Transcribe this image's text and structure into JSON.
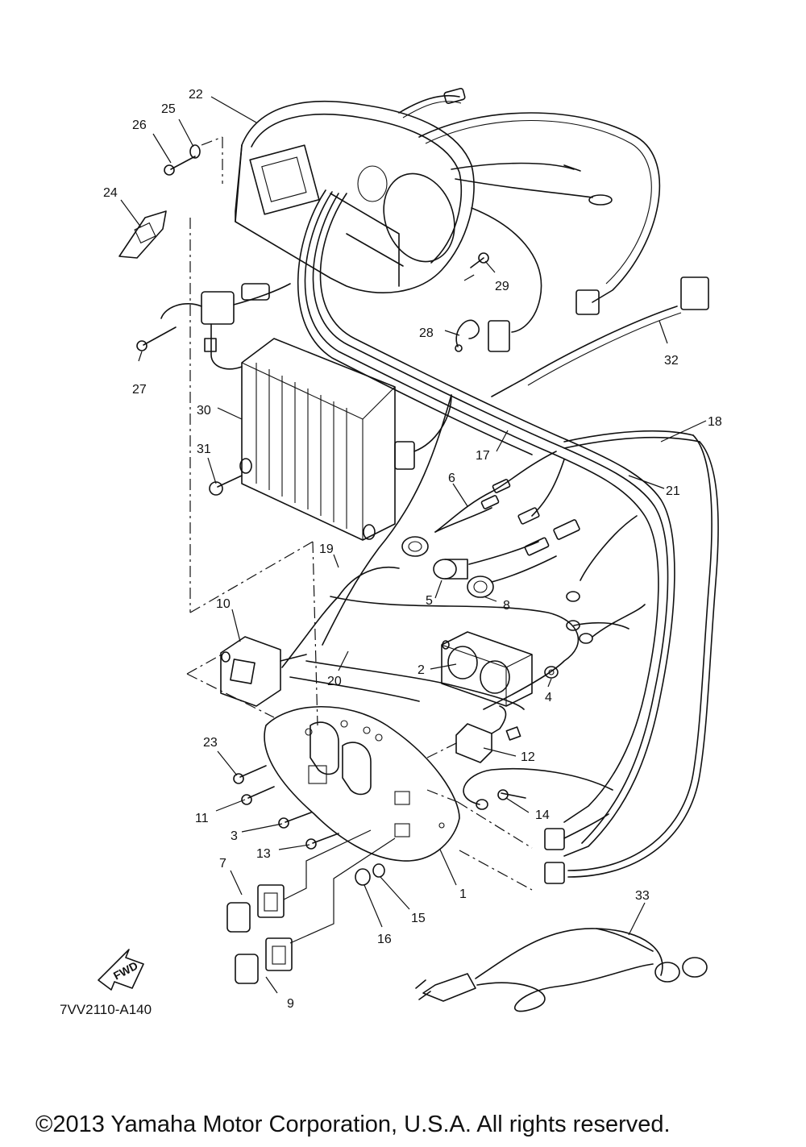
{
  "diagram_code": "7VV2110-A140",
  "copyright": "©2013 Yamaha Motor Corporation, U.S.A. All rights reserved.",
  "fwd_label": "FWD",
  "callouts": {
    "c1": "1",
    "c2": "2",
    "c3": "3",
    "c4": "4",
    "c5": "5",
    "c6": "6",
    "c7": "7",
    "c8": "8",
    "c9": "9",
    "c10": "10",
    "c11": "11",
    "c12": "12",
    "c13": "13",
    "c14": "14",
    "c15": "15",
    "c16": "16",
    "c17": "17",
    "c18": "18",
    "c19": "19",
    "c20": "20",
    "c21": "21",
    "c22": "22",
    "c23": "23",
    "c24": "24",
    "c25": "25",
    "c26": "26",
    "c27": "27",
    "c28": "28",
    "c29": "29",
    "c30": "30",
    "c31": "31",
    "c32": "32",
    "c33": "33"
  }
}
